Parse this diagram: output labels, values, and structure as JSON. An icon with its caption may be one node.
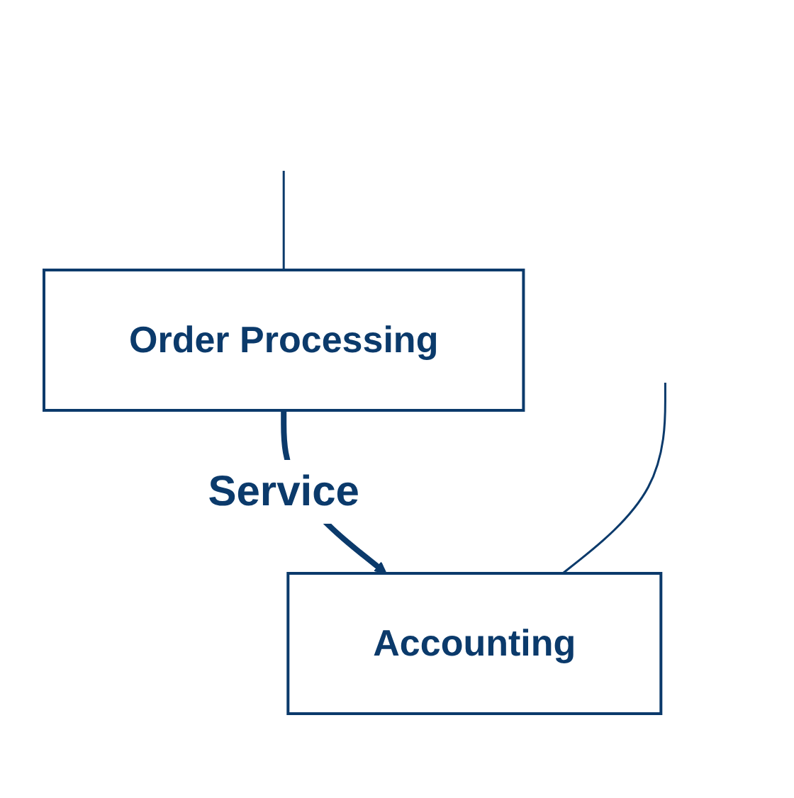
{
  "diagram": {
    "nodes": [
      {
        "text": [
          "Order Processing"
        ]
      },
      {
        "text": [
          "Accounting"
        ]
      }
    ],
    "edges": [
      {
        "from": 0,
        "to": 1,
        "label": "Service",
        "arrow": "to",
        "style": "thick"
      },
      {
        "from": null,
        "to": 0,
        "arrow": "none"
      },
      {
        "from": null,
        "to": 1,
        "arrow": "none"
      }
    ]
  }
}
